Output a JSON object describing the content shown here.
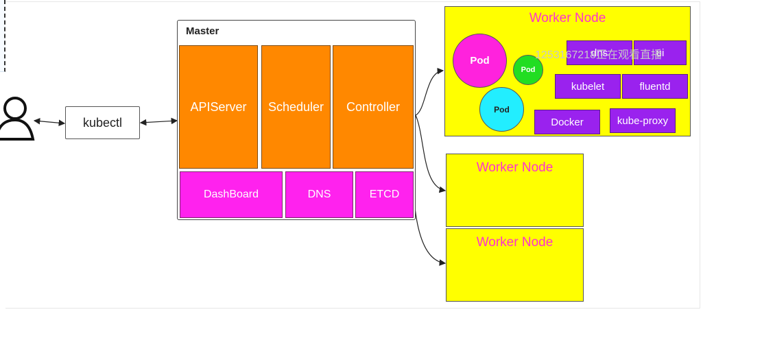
{
  "master": {
    "title": "Master",
    "components": [
      "APIServer",
      "Scheduler",
      "Controller"
    ],
    "addons": [
      "DashBoard",
      "DNS",
      "ETCD"
    ]
  },
  "kubectl": "kubectl",
  "worker_nodes": [
    {
      "title": "Worker Node",
      "pods": [
        "Pod",
        "Pod",
        "Pod"
      ],
      "components": [
        "dns",
        "ui",
        "kubelet",
        "fluentd",
        "Docker",
        "kube-proxy"
      ]
    },
    {
      "title": "Worker Node"
    },
    {
      "title": "Worker Node"
    }
  ],
  "watermark": "1253167218正在观看直播",
  "colors": {
    "orange": "#ff8800",
    "magenta": "#ff22ee",
    "purple": "#9a22ee",
    "yellow": "#ffff00",
    "pod_magenta": "#ff22dd",
    "pod_green": "#22dd22",
    "pod_cyan": "#22eeff"
  }
}
